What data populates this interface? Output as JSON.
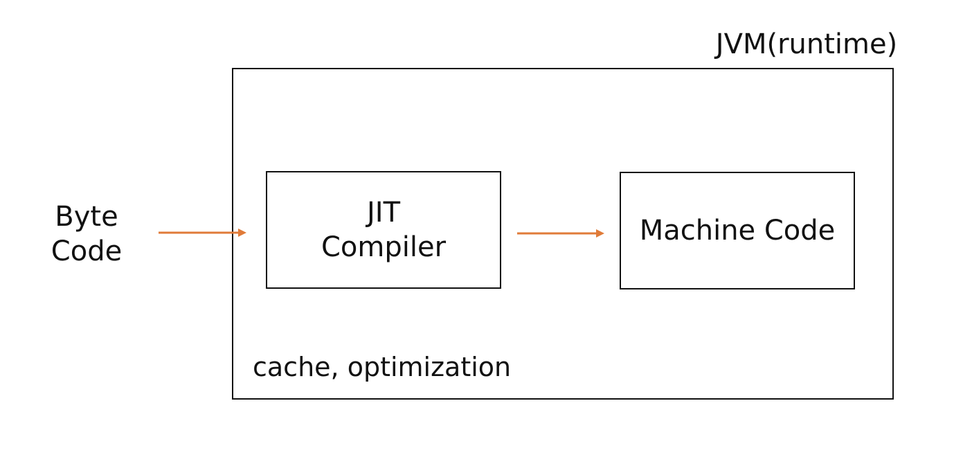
{
  "diagram": {
    "container": {
      "title": "JVM(runtime)",
      "note": "cache, optimization"
    },
    "input": {
      "line1": "Byte",
      "line2": "Code"
    },
    "nodes": {
      "jit": {
        "line1": "JIT",
        "line2": "Compiler"
      },
      "machine_code": {
        "label": "Machine Code"
      }
    },
    "edges": [
      {
        "from": "Byte Code",
        "to": "JIT Compiler"
      },
      {
        "from": "JIT Compiler",
        "to": "Machine Code"
      }
    ],
    "colors": {
      "arrow": "#e07b39",
      "border": "#111111",
      "text": "#111111"
    }
  }
}
